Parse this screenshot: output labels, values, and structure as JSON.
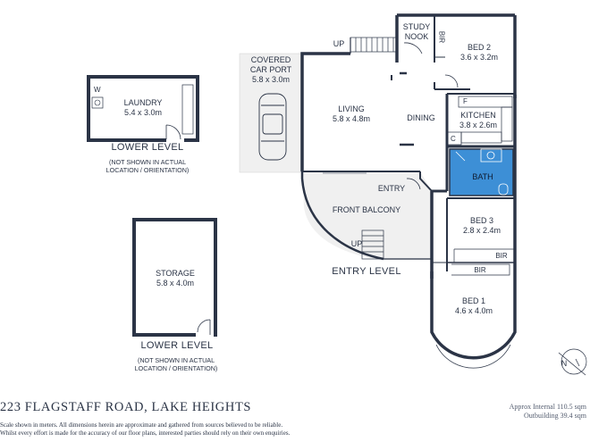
{
  "rooms": {
    "laundry": {
      "name": "LAUNDRY",
      "dims": "5.4 x 3.0m"
    },
    "storage": {
      "name": "STORAGE",
      "dims": "5.8 x 4.0m"
    },
    "carport": {
      "name": "COVERED\nCAR PORT",
      "dims": "5.8 x 3.0m"
    },
    "living": {
      "name": "LIVING",
      "dims": "5.8 x 4.8m"
    },
    "dining": {
      "name": "DINING"
    },
    "kitchen": {
      "name": "KITCHEN",
      "dims": "3.8 x 2.6m"
    },
    "study": {
      "name": "STUDY\nNOOK"
    },
    "bed2": {
      "name": "BED 2",
      "dims": "3.6 x 3.2m"
    },
    "bath": {
      "name": "BATH"
    },
    "bed3": {
      "name": "BED 3",
      "dims": "2.8 x 2.4m"
    },
    "bed1": {
      "name": "BED 1",
      "dims": "4.6 x 4.0m"
    },
    "balcony": {
      "name": "FRONT BALCONY"
    }
  },
  "small_labels": {
    "bir_bed2": "BIR",
    "bir_bed3": "BIR",
    "bir_bed1": "BIR",
    "fridge": "F",
    "cupboard": "C",
    "washer": "W",
    "entry": "ENTRY",
    "up_top": "UP",
    "up_balcony": "UP"
  },
  "levels": {
    "lower_1": "LOWER LEVEL",
    "lower_2": "LOWER LEVEL",
    "entry": "ENTRY LEVEL",
    "note": "(NOT SHOWN IN ACTUAL\nLOCATION / ORIENTATION)"
  },
  "footer": {
    "address": "223 FLAGSTAFF ROAD, LAKE HEIGHTS",
    "disclaimer_1": "Scale shown in meters. All dimensions herein are approximate and gathered from sources believed to be reliable.",
    "disclaimer_2": "Whilst every effort is made for the accuracy of our floor plans, interested parties should rely on their own enquiries.",
    "area_internal": "Approx Internal 110.5 sqm",
    "area_outbuilding": "Outbuilding 39.4 sqm"
  },
  "compass": {
    "label": "N"
  },
  "colors": {
    "wall": "#2b3446",
    "bath": "#3d8fd6",
    "carport": "#f0f0f0",
    "balcony": "#f0f0f0"
  }
}
